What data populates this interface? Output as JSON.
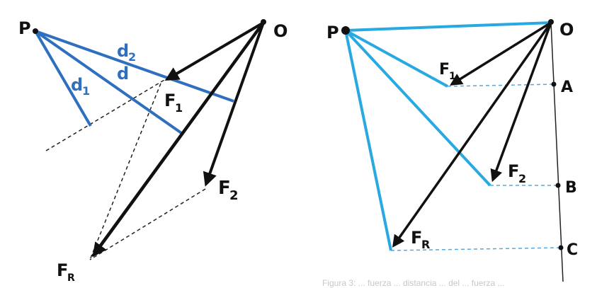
{
  "colors": {
    "ink": "#111111",
    "blue_dark": "#2f6fbf",
    "blue_light": "#29a9e1",
    "dashed_black": "#222222",
    "dashed_blue": "#5aa7d8"
  },
  "left_diagram": {
    "point_p": "P",
    "point_o": "O",
    "force_1": "F",
    "force_1_sub": "1",
    "force_2": "F",
    "force_2_sub": "2",
    "resultant": "F",
    "resultant_sub": "R",
    "distance_1": "d",
    "distance_1_sub": "1",
    "distance_2": "d",
    "distance_2_sub": "2",
    "distance_r": "d"
  },
  "right_diagram": {
    "point_p": "P",
    "point_o": "O",
    "force_1": "F",
    "force_1_sub": "1",
    "force_2": "F",
    "force_2_sub": "2",
    "resultant": "F",
    "resultant_sub": "R",
    "point_a": "A",
    "point_b": "B",
    "point_c": "C"
  },
  "caption": "Figura 3: ... fuerza ... distancia ... del ... fuerza ..."
}
